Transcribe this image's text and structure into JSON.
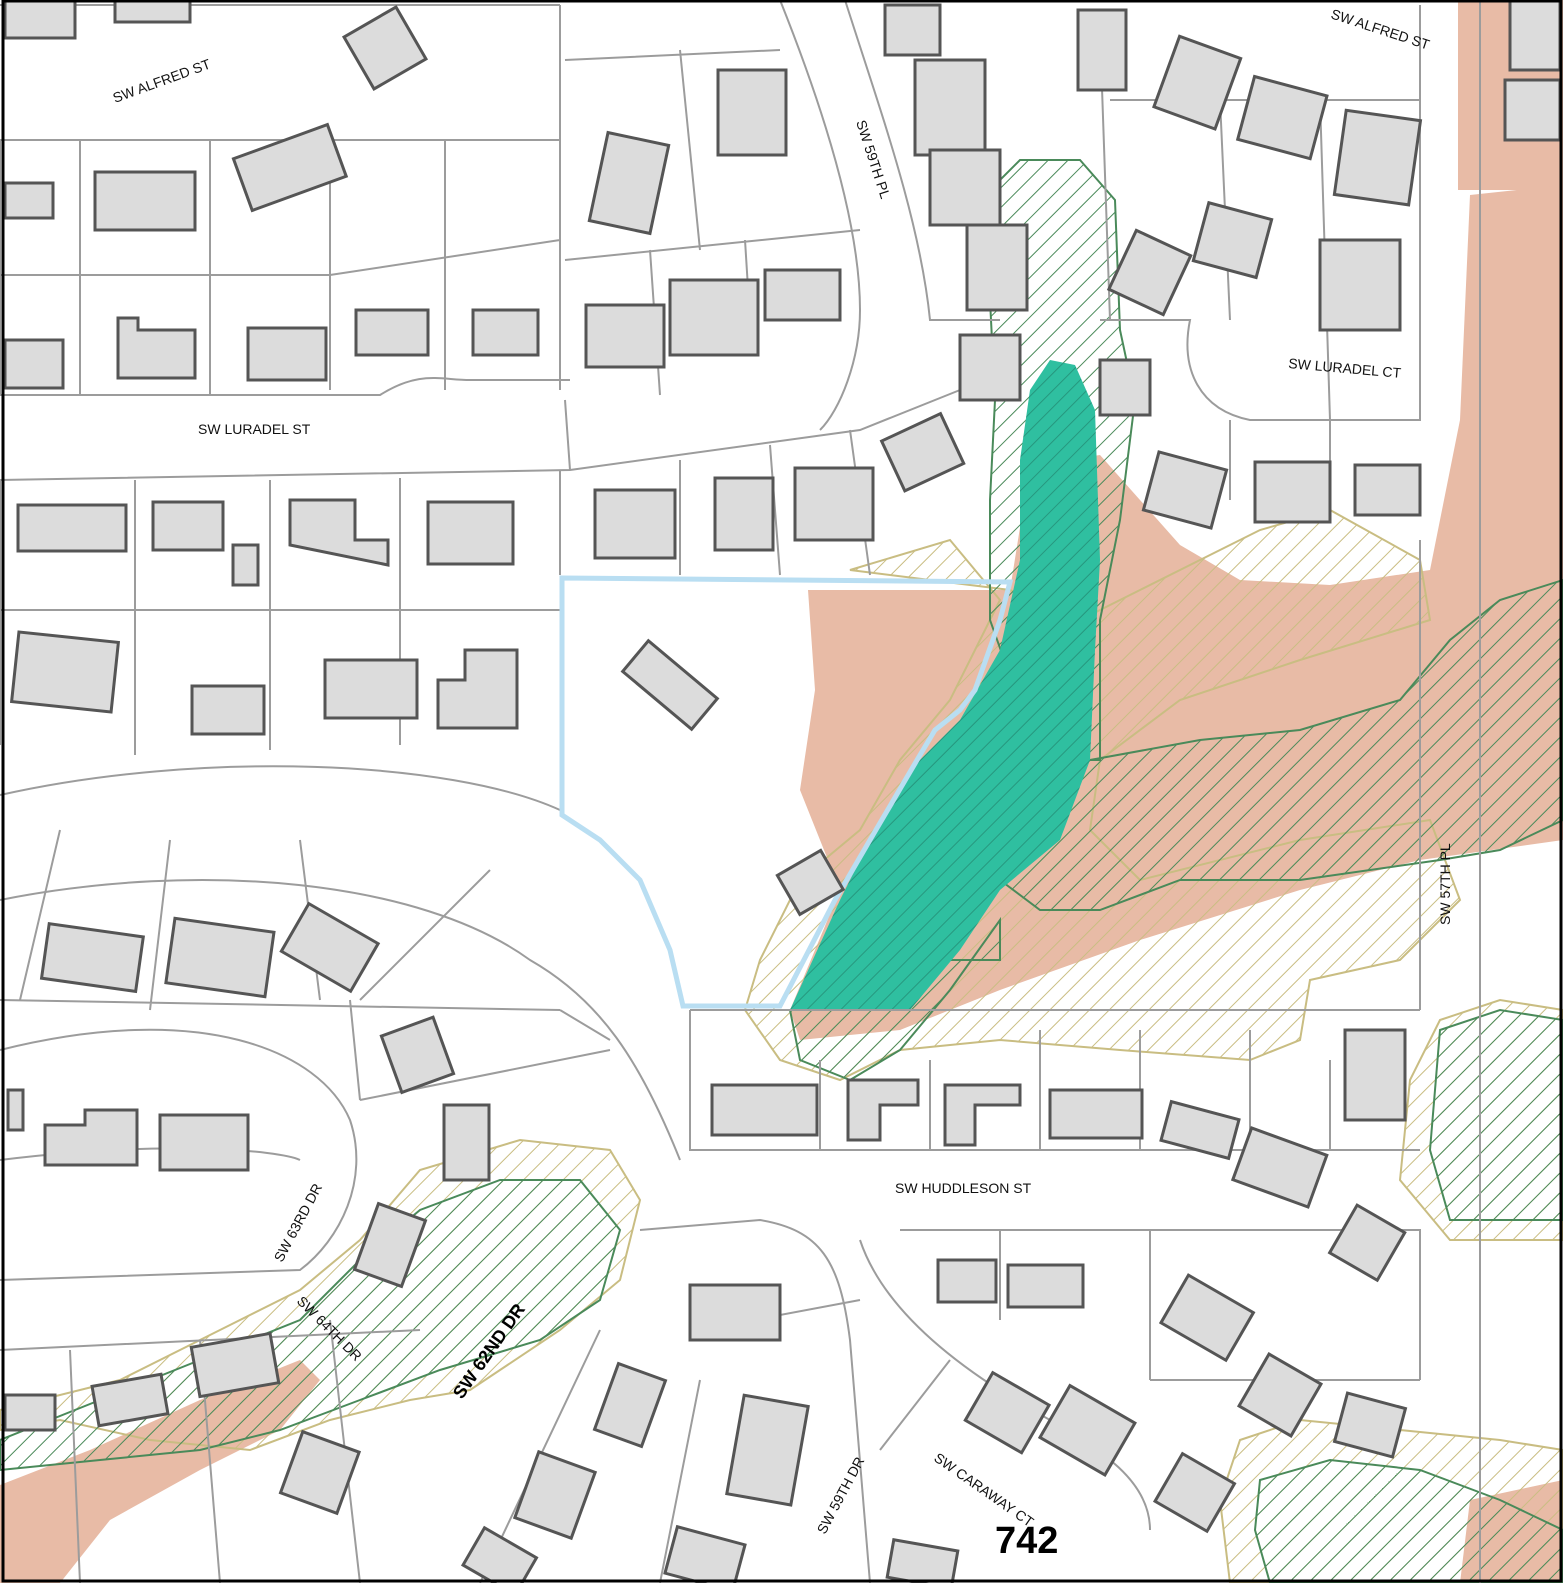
{
  "streets": {
    "alfred_w": "SW ALFRED ST",
    "alfred_e": "SW ALFRED ST",
    "fifty_ninth_pl": "SW 59TH PL",
    "luradel_st": "SW LURADEL ST",
    "luradel_ct": "SW LURADEL CT",
    "fifty_seventh_pl": "SW 57TH PL",
    "huddleson": "SW HUDDLESON ST",
    "sixty_third_dr": "SW 63RD DR",
    "sixty_fourth_dr": "SW 64TH DR",
    "sixty_second_dr": "SW 62ND DR",
    "fifty_ninth_dr": "SW 59TH DR",
    "caraway": "SW CARAWAY CT"
  },
  "map_page": "742",
  "colors": {
    "background": "#ffffff",
    "parcel_line": "#9c9c9c",
    "building_fill": "#dcdcdc",
    "building_stroke": "#555555",
    "slope_hazard": "#e8bba6",
    "riparian_hatch": "#4a8a5a",
    "upland_hatch": "#c9bd82",
    "stream_corridor": "#2fbfa0",
    "site_boundary": "#b9def2"
  }
}
